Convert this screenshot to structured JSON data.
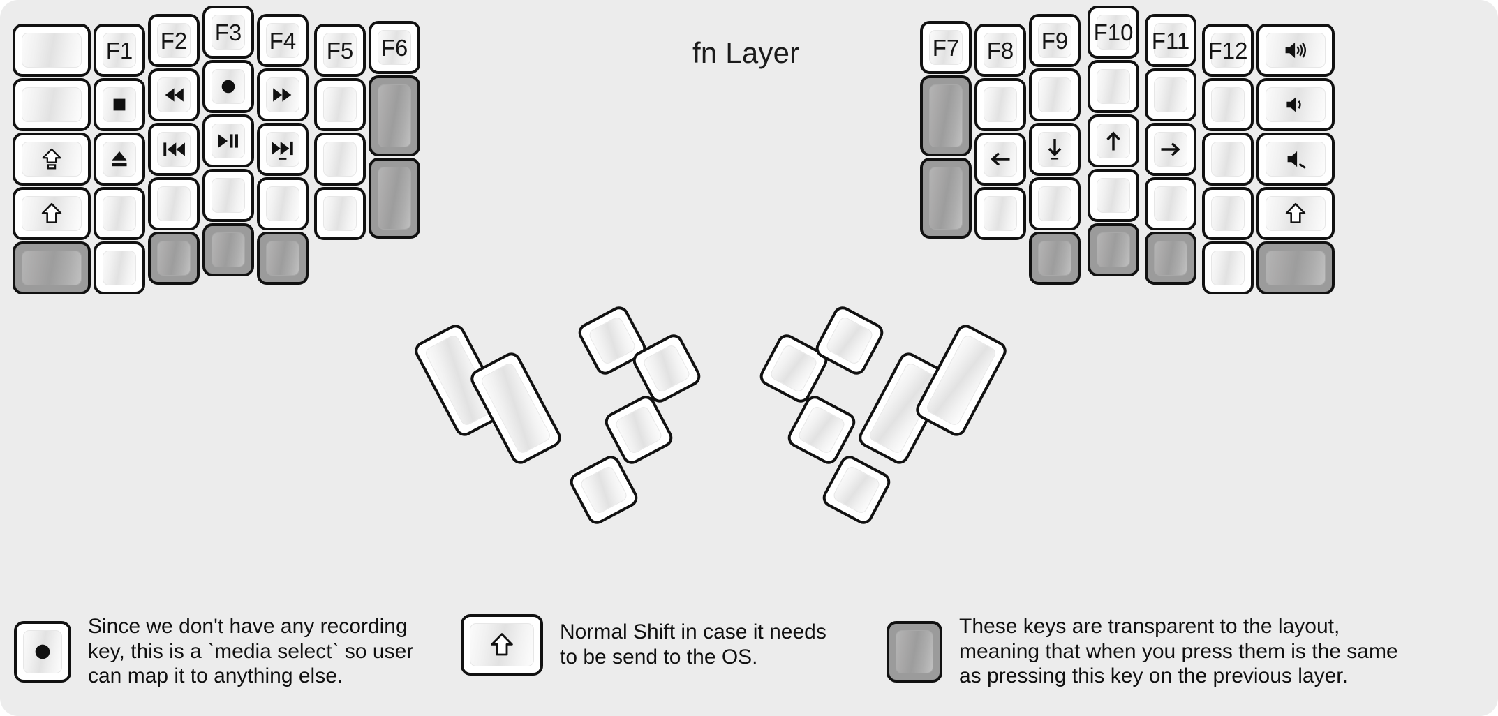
{
  "title": "fn Layer",
  "colors": {
    "background": "#ececec",
    "key_fill": "#ffffff",
    "key_border": "#111111",
    "transparent_key_fill": "#9b9b9b",
    "text": "#101010"
  },
  "legend": [
    {
      "key_icon": "record-icon",
      "key_variant": "normal",
      "text": "Since we don't have any recording\nkey, this is a `media select` so user\ncan map it to anything else."
    },
    {
      "key_icon": "shift-arrow-icon",
      "key_variant": "normal",
      "text": "Normal Shift in case it needs\nto be send to the OS."
    },
    {
      "key_icon": "",
      "key_variant": "transparent",
      "text": "These keys are transparent to the layout,\nmeaning that when you press them is the same\nas pressing this key on the previous layer."
    }
  ],
  "left_half": {
    "columns": [
      {
        "name": "col-1-outer",
        "keys": [
          {
            "label": "",
            "icon": "",
            "variant": "normal"
          },
          {
            "label": "",
            "icon": "",
            "variant": "normal"
          },
          {
            "label": "",
            "icon": "capslock-icon",
            "variant": "normal"
          },
          {
            "label": "",
            "icon": "shift-arrow-icon",
            "variant": "normal"
          },
          {
            "label": "",
            "icon": "",
            "variant": "transparent"
          }
        ]
      },
      {
        "name": "col-2-pinky",
        "keys": [
          {
            "label": "F1",
            "icon": "",
            "variant": "normal"
          },
          {
            "label": "",
            "icon": "stop-icon",
            "variant": "normal"
          },
          {
            "label": "",
            "icon": "eject-icon",
            "variant": "normal"
          },
          {
            "label": "",
            "icon": "",
            "variant": "normal"
          },
          {
            "label": "",
            "icon": "",
            "variant": "normal"
          }
        ]
      },
      {
        "name": "col-3-ring",
        "keys": [
          {
            "label": "F2",
            "icon": "",
            "variant": "normal"
          },
          {
            "label": "",
            "icon": "rewind-icon",
            "variant": "normal"
          },
          {
            "label": "",
            "icon": "prev-track-icon",
            "variant": "normal"
          },
          {
            "label": "",
            "icon": "",
            "variant": "normal"
          },
          {
            "label": "",
            "icon": "",
            "variant": "transparent"
          }
        ]
      },
      {
        "name": "col-4-middle",
        "keys": [
          {
            "label": "F3",
            "icon": "",
            "variant": "normal"
          },
          {
            "label": "",
            "icon": "record-icon",
            "variant": "normal"
          },
          {
            "label": "",
            "icon": "play-pause-icon",
            "variant": "normal"
          },
          {
            "label": "",
            "icon": "",
            "variant": "normal"
          },
          {
            "label": "",
            "icon": "",
            "variant": "transparent"
          }
        ]
      },
      {
        "name": "col-5-index",
        "keys": [
          {
            "label": "F4",
            "icon": "",
            "variant": "normal"
          },
          {
            "label": "",
            "icon": "fast-forward-icon",
            "variant": "normal"
          },
          {
            "label": "",
            "icon": "next-track-underline-icon",
            "variant": "normal"
          },
          {
            "label": "",
            "icon": "",
            "variant": "normal"
          },
          {
            "label": "",
            "icon": "",
            "variant": "transparent"
          }
        ]
      },
      {
        "name": "col-6-inner",
        "keys": [
          {
            "label": "F5",
            "icon": "",
            "variant": "normal"
          },
          {
            "label": "",
            "icon": "",
            "variant": "normal"
          },
          {
            "label": "",
            "icon": "",
            "variant": "normal"
          },
          {
            "label": "",
            "icon": "",
            "variant": "normal"
          }
        ]
      },
      {
        "name": "col-7-inner2",
        "keys": [
          {
            "label": "F6",
            "icon": "",
            "variant": "normal"
          },
          {
            "label": "",
            "icon": "",
            "variant": "transparent"
          },
          {
            "label": "",
            "icon": "",
            "variant": "transparent"
          }
        ]
      }
    ],
    "thumb_cluster": {
      "name": "left-thumb-cluster",
      "keys": [
        {
          "label": "",
          "icon": "",
          "variant": "normal",
          "size": "tall"
        },
        {
          "label": "",
          "icon": "",
          "variant": "normal",
          "size": "tall"
        },
        {
          "label": "",
          "icon": "",
          "variant": "normal",
          "size": "small"
        },
        {
          "label": "",
          "icon": "",
          "variant": "normal",
          "size": "small"
        },
        {
          "label": "",
          "icon": "",
          "variant": "normal",
          "size": "small"
        },
        {
          "label": "",
          "icon": "",
          "variant": "normal",
          "size": "small"
        }
      ]
    }
  },
  "right_half": {
    "columns": [
      {
        "name": "col-1-inner2",
        "keys": [
          {
            "label": "F7",
            "icon": "",
            "variant": "normal"
          },
          {
            "label": "",
            "icon": "",
            "variant": "transparent"
          },
          {
            "label": "",
            "icon": "",
            "variant": "transparent"
          }
        ]
      },
      {
        "name": "col-2-inner",
        "keys": [
          {
            "label": "F8",
            "icon": "",
            "variant": "normal"
          },
          {
            "label": "",
            "icon": "",
            "variant": "normal"
          },
          {
            "label": "",
            "icon": "left-arrow-icon",
            "variant": "normal"
          },
          {
            "label": "",
            "icon": "",
            "variant": "normal"
          }
        ]
      },
      {
        "name": "col-3-index",
        "keys": [
          {
            "label": "F9",
            "icon": "",
            "variant": "normal"
          },
          {
            "label": "",
            "icon": "",
            "variant": "normal"
          },
          {
            "label": "",
            "icon": "down-arrow-underline-icon",
            "variant": "normal"
          },
          {
            "label": "",
            "icon": "",
            "variant": "normal"
          },
          {
            "label": "",
            "icon": "",
            "variant": "transparent"
          }
        ]
      },
      {
        "name": "col-4-middle",
        "keys": [
          {
            "label": "F10",
            "icon": "",
            "variant": "normal"
          },
          {
            "label": "",
            "icon": "",
            "variant": "normal"
          },
          {
            "label": "",
            "icon": "up-arrow-icon",
            "variant": "normal"
          },
          {
            "label": "",
            "icon": "",
            "variant": "normal"
          },
          {
            "label": "",
            "icon": "",
            "variant": "transparent"
          }
        ]
      },
      {
        "name": "col-5-ring",
        "keys": [
          {
            "label": "F11",
            "icon": "",
            "variant": "normal"
          },
          {
            "label": "",
            "icon": "",
            "variant": "normal"
          },
          {
            "label": "",
            "icon": "right-arrow-icon",
            "variant": "normal"
          },
          {
            "label": "",
            "icon": "",
            "variant": "normal"
          },
          {
            "label": "",
            "icon": "",
            "variant": "transparent"
          }
        ]
      },
      {
        "name": "col-6-pinky",
        "keys": [
          {
            "label": "F12",
            "icon": "",
            "variant": "normal"
          },
          {
            "label": "",
            "icon": "",
            "variant": "normal"
          },
          {
            "label": "",
            "icon": "",
            "variant": "normal"
          },
          {
            "label": "",
            "icon": "",
            "variant": "normal"
          },
          {
            "label": "",
            "icon": "",
            "variant": "normal"
          }
        ]
      },
      {
        "name": "col-7-outer",
        "keys": [
          {
            "label": "",
            "icon": "volume-up-icon",
            "variant": "normal"
          },
          {
            "label": "",
            "icon": "volume-down-icon",
            "variant": "normal"
          },
          {
            "label": "",
            "icon": "volume-mute-icon",
            "variant": "normal"
          },
          {
            "label": "",
            "icon": "shift-arrow-icon",
            "variant": "normal"
          },
          {
            "label": "",
            "icon": "",
            "variant": "transparent"
          }
        ]
      }
    ],
    "thumb_cluster": {
      "name": "right-thumb-cluster",
      "keys": [
        {
          "label": "",
          "icon": "",
          "variant": "normal",
          "size": "small"
        },
        {
          "label": "",
          "icon": "",
          "variant": "normal",
          "size": "small"
        },
        {
          "label": "",
          "icon": "",
          "variant": "normal",
          "size": "small"
        },
        {
          "label": "",
          "icon": "",
          "variant": "normal",
          "size": "small"
        },
        {
          "label": "",
          "icon": "",
          "variant": "normal",
          "size": "tall"
        },
        {
          "label": "",
          "icon": "",
          "variant": "normal",
          "size": "tall"
        }
      ]
    }
  }
}
